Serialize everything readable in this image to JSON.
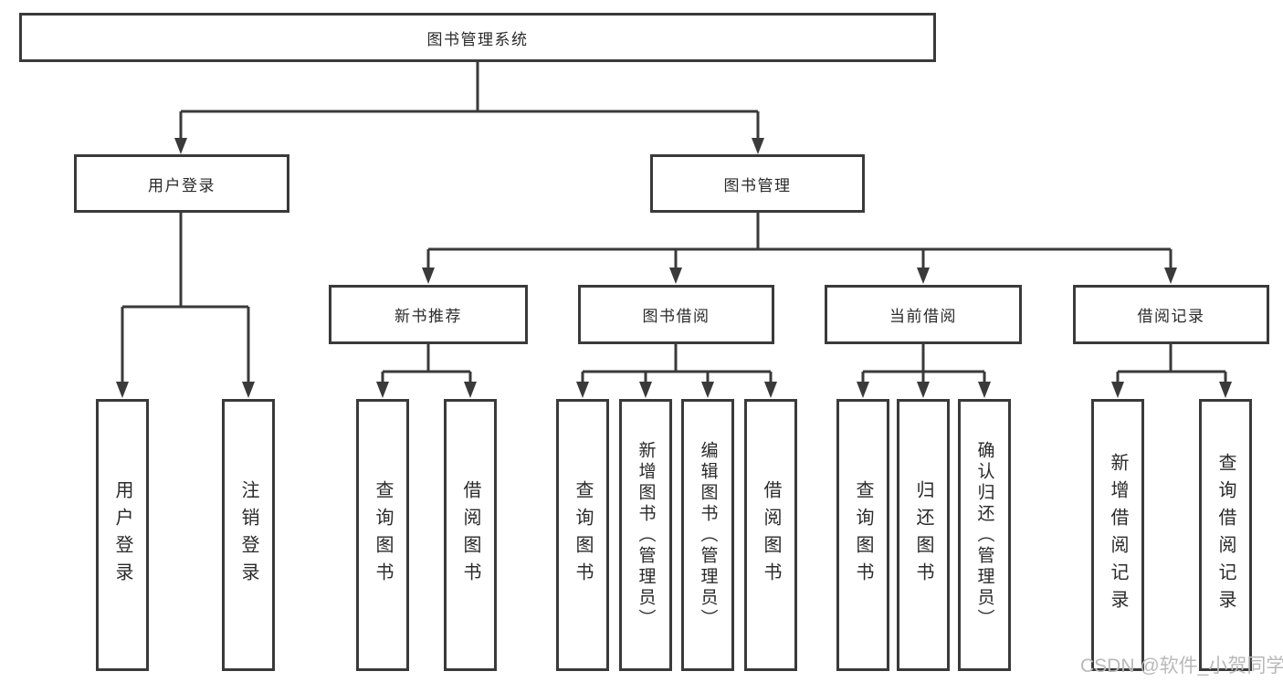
{
  "colors": {
    "box_border": "#3a3a3a",
    "connector_line": "#3a3a3a",
    "node_text": "#2a2a2a",
    "watermark_text": "#b9b9b9",
    "background": "#ffffff"
  },
  "watermark": {
    "text": "CSDN @软件_小贺同学"
  },
  "tree": {
    "root": {
      "label": "图书管理系统",
      "children": [
        {
          "label": "用户登录",
          "children": [
            {
              "label": "用户登录"
            },
            {
              "label": "注销登录"
            }
          ]
        },
        {
          "label": "图书管理",
          "children": [
            {
              "label": "新书推荐",
              "children": [
                {
                  "label": "查询图书"
                },
                {
                  "label": "借阅图书"
                }
              ]
            },
            {
              "label": "图书借阅",
              "children": [
                {
                  "label": "查询图书"
                },
                {
                  "label": "新增图书（管理员）"
                },
                {
                  "label": "编辑图书（管理员）"
                },
                {
                  "label": "借阅图书"
                }
              ]
            },
            {
              "label": "当前借阅",
              "children": [
                {
                  "label": "查询图书"
                },
                {
                  "label": "归还图书"
                },
                {
                  "label": "确认归还（管理员）"
                }
              ]
            },
            {
              "label": "借阅记录",
              "children": [
                {
                  "label": "新增借阅记录"
                },
                {
                  "label": "查询借阅记录"
                }
              ]
            }
          ]
        }
      ]
    }
  }
}
